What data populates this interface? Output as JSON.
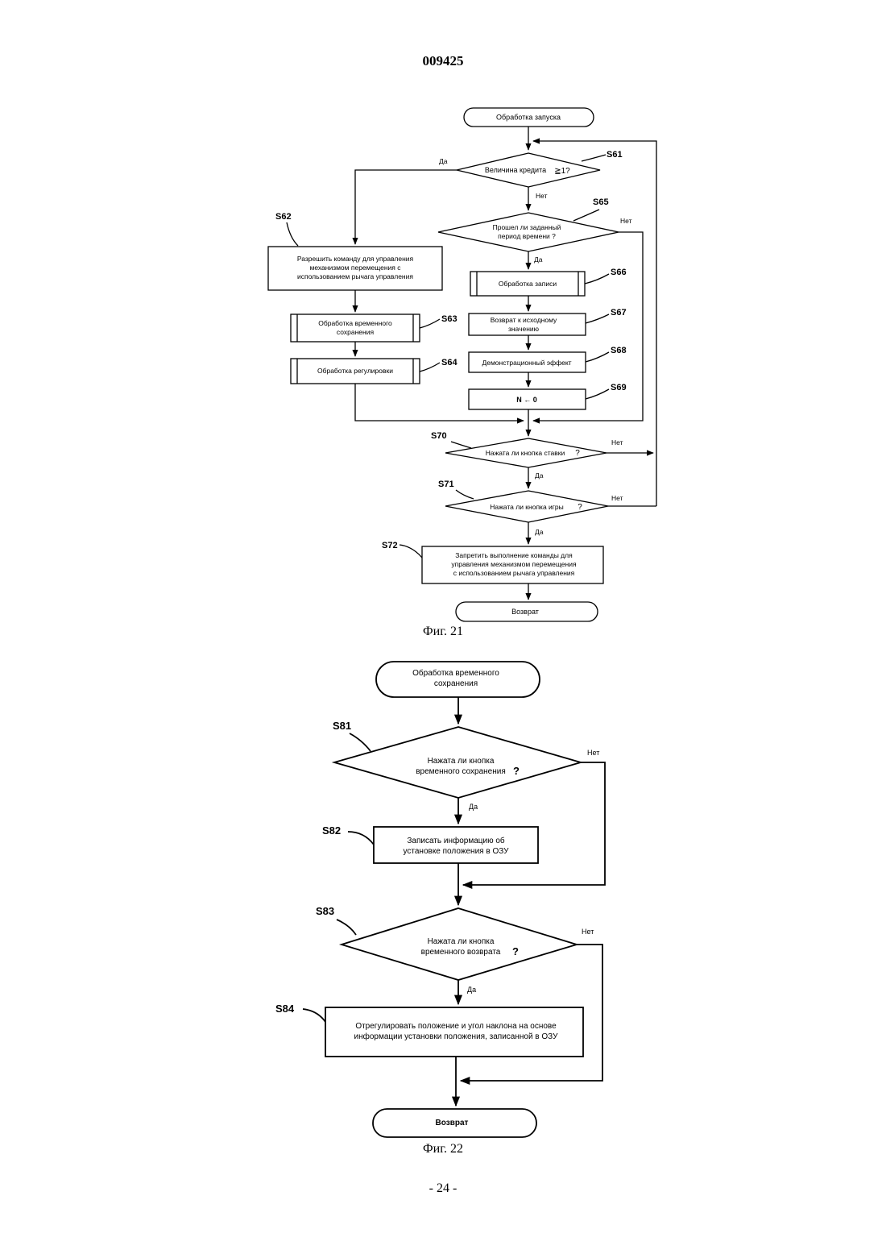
{
  "page": {
    "patent_number": "009425",
    "page_footer": "- 24 -"
  },
  "fig21": {
    "caption": "Фиг. 21",
    "start": "Обработка запуска",
    "s61": {
      "id": "S61",
      "text": "Величина кредита",
      "op": "≧1?",
      "yes": "Да",
      "no": "Нет"
    },
    "s62": {
      "id": "S62",
      "lines": [
        "Разрешить команду для управления",
        "механизмом перемещения с",
        "использованием рычага управления"
      ]
    },
    "s63": {
      "id": "S63",
      "lines": [
        "Обработка временного",
        "сохранения"
      ]
    },
    "s64": {
      "id": "S64",
      "text": "Обработка регулировки"
    },
    "s65": {
      "id": "S65",
      "lines": [
        "Прошел ли заданный",
        "период времени ?"
      ],
      "yes": "Да",
      "no": "Нет"
    },
    "s66": {
      "id": "S66",
      "text": "Обработка записи"
    },
    "s67": {
      "id": "S67",
      "lines": [
        "Возврат к исходному",
        "значению"
      ]
    },
    "s68": {
      "id": "S68",
      "text": "Демонстрационный эффект"
    },
    "s69": {
      "id": "S69",
      "text": "N ← 0"
    },
    "s70": {
      "id": "S70",
      "text": "Нажата ли кнопка ставки",
      "q": "?",
      "yes": "Да",
      "no": "Нет"
    },
    "s71": {
      "id": "S71",
      "text": "Нажата ли кнопка игры",
      "q": "?",
      "yes": "Да",
      "no": "Нет"
    },
    "s72": {
      "id": "S72",
      "lines": [
        "Запретить выполнение команды для",
        "управления механизмом перемещения",
        "с использованием рычага управления"
      ]
    },
    "end": "Возврат"
  },
  "fig22": {
    "caption": "Фиг. 22",
    "start": [
      "Обработка временного",
      "сохранения"
    ],
    "s81": {
      "id": "S81",
      "lines": [
        "Нажата ли кнопка",
        "временного сохранения"
      ],
      "q": "?",
      "yes": "Да",
      "no": "Нет"
    },
    "s82": {
      "id": "S82",
      "lines": [
        "Записать информацию об",
        "установке положения в ОЗУ"
      ]
    },
    "s83": {
      "id": "S83",
      "lines": [
        "Нажата ли кнопка",
        "временного возврата"
      ],
      "q": "?",
      "yes": "Да",
      "no": "Нет"
    },
    "s84": {
      "id": "S84",
      "lines": [
        "Отрегулировать положение и угол наклона на основе",
        "информации установки положения, записанной в ОЗУ"
      ]
    },
    "end": "Возврат"
  }
}
